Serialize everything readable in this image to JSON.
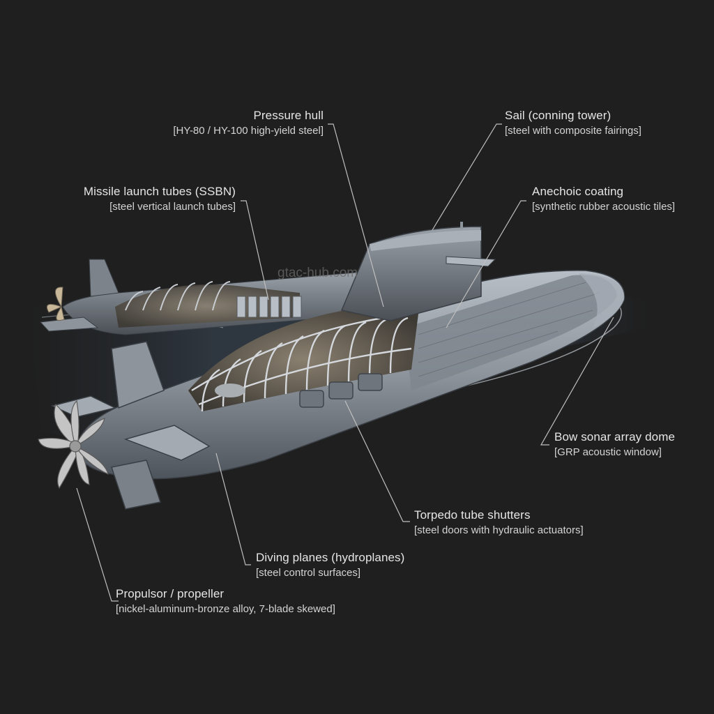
{
  "watermark": "gtac-hub.com",
  "colors": {
    "background": "#1f1f1f",
    "hull": "#8d949c",
    "water": "#3b4a5a",
    "text": "#e6e6e6"
  },
  "callouts": [
    {
      "id": "pressure-hull",
      "title": "Pressure hull",
      "material": "[HY-80 / HY-100 high-yield steel]"
    },
    {
      "id": "sail",
      "title": "Sail (conning tower)",
      "material": "[steel with composite fairings]"
    },
    {
      "id": "missile-tubes",
      "title": "Missile launch tubes (SSBN)",
      "material": "[steel vertical launch tubes]"
    },
    {
      "id": "anechoic-coating",
      "title": "Anechoic coating",
      "material": "[synthetic rubber acoustic tiles]"
    },
    {
      "id": "bow-sonar",
      "title": "Bow sonar array dome",
      "material": "[GRP acoustic window]"
    },
    {
      "id": "torpedo-shutters",
      "title": "Torpedo tube shutters",
      "material": "[steel doors with hydraulic actuators]"
    },
    {
      "id": "diving-planes",
      "title": "Diving planes (hydroplanes)",
      "material": "[steel control surfaces]"
    },
    {
      "id": "propulsor",
      "title": "Propulsor / propeller",
      "material": "[nickel-aluminum-bronze alloy, 7-blade skewed]"
    }
  ]
}
